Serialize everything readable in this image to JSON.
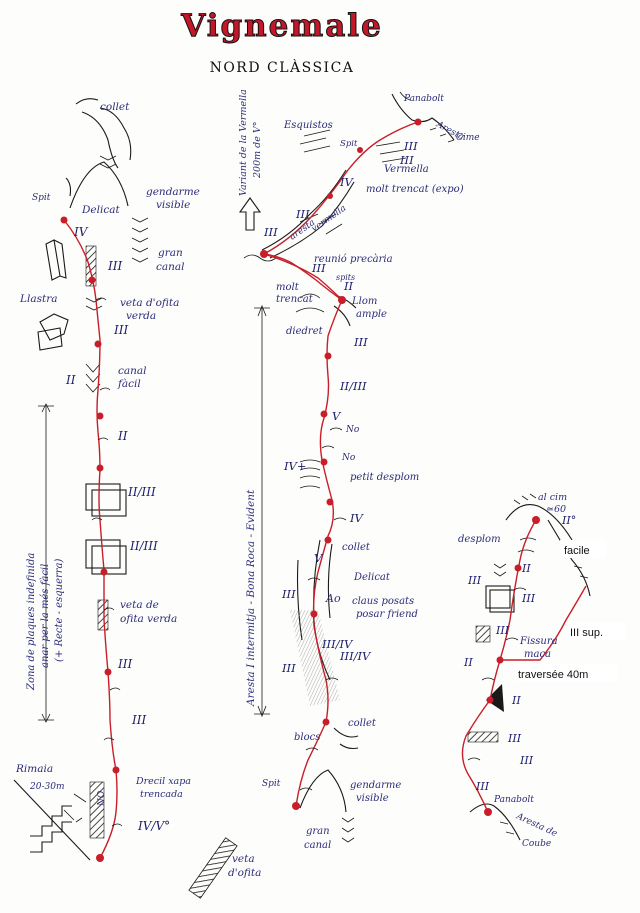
{
  "title": "Vignemale",
  "subtitle": "NORD CLÀSSICA",
  "colors": {
    "route": "#c81e2a",
    "ink": "#2b2d7a",
    "title": "#c3172a",
    "rock": "#1a1a1a"
  },
  "left": {
    "collet": "collet",
    "spit": "Spit",
    "delicat": "Delicat",
    "gendarme": [
      "gendarme",
      "visible"
    ],
    "gran_canal": [
      "gran",
      "canal"
    ],
    "llastra": "Llastra",
    "veta_ofita": [
      "veta d'ofita",
      "verda"
    ],
    "canal_facil": [
      "canal",
      "fàcil"
    ],
    "zona": [
      "Zona de plaques indefinida",
      "anar per la més fàcil",
      "(+ Recte - esquerra)"
    ],
    "veta_ofita2": [
      "veta de",
      "ofita verda"
    ],
    "drecil": [
      "Drecil xapa",
      "trencada"
    ],
    "rimaia": [
      "Rimaia",
      "20-30m"
    ],
    "no": "NO",
    "veta_legend": [
      "veta",
      "d'ofita"
    ],
    "grades": [
      "IV",
      "III",
      "III",
      "II",
      "II",
      "II/III",
      "II/III",
      "III",
      "III",
      "IV/V°"
    ]
  },
  "middle": {
    "panabolt": "Panabolt",
    "aresta_cime": [
      "Aresta",
      "Cime"
    ],
    "esquistos": "Esquistos",
    "spit": "Spit",
    "vermella": "Vermella",
    "molt_trencat_expo": "molt trencat (expo)",
    "variant": [
      "Variant de la Vermella",
      "200m de V°"
    ],
    "aresta_vermella": [
      "aresta",
      "vermella"
    ],
    "reunio": "reunió precària",
    "molt_trencat": [
      "molt",
      "trencat"
    ],
    "llom_ample": [
      "Llom",
      "ample"
    ],
    "diedret": "diedret",
    "petit_desplom": "petit desplom",
    "collet_a": "collet",
    "delicat": "Delicat",
    "ao": "Ao",
    "claus": [
      "claus posats",
      "posar friend"
    ],
    "blocs": "blocs",
    "collet_b": "collet",
    "spit_b": "Spit",
    "gendarme": [
      "gendarme",
      "visible"
    ],
    "gran_canal": [
      "gran",
      "canal"
    ],
    "aresta_intermitja": "Aresta I intermitja - Bona Roca - Evident",
    "no1": "No",
    "no2": "No",
    "spits": "spits",
    "grades": [
      "III",
      "III",
      "IV",
      "III",
      "III",
      "III",
      "II",
      "II/III",
      "V",
      "IV+",
      "IV",
      "V",
      "III",
      "III/IV",
      "III",
      "III/IV",
      "III"
    ]
  },
  "right": {
    "al_cim": [
      "al cim",
      "≃60"
    ],
    "desplom": "desplom",
    "facile": "facile",
    "fissura": [
      "Fissura",
      "maca"
    ],
    "iii_sup": "III sup.",
    "traversee": "traversée 40m",
    "panabolt": "Panabolt",
    "aresta_cube": [
      "Aresta de",
      "Coube"
    ],
    "grades": [
      "II°",
      "II",
      "III",
      "III",
      "II",
      "III",
      "III",
      "II",
      "III",
      "III"
    ]
  }
}
